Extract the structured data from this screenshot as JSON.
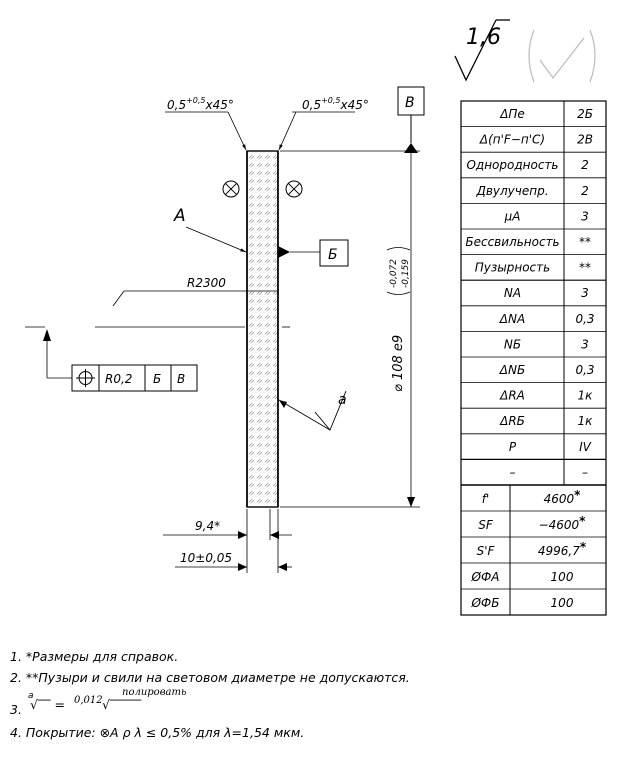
{
  "roughness": {
    "value": "1,6"
  },
  "chamfers": {
    "left": "0,5",
    "right": "0,5",
    "tol": "+0,5",
    "angle": "x45°"
  },
  "datum_b_label": "В",
  "datum_a_label": "Б",
  "surface_label": "А",
  "radius_label": "R2300",
  "tolerance_frame": {
    "value": "R0,2",
    "datum1": "Б",
    "datum2": "В"
  },
  "diameter": {
    "main": "108 е9",
    "upper": "-0,072",
    "lower": "-0,159"
  },
  "surface_mark": "а",
  "thickness_ref": "9,4*",
  "thickness": "10±0,05",
  "table_top": [
    {
      "name": "ΔПе",
      "value": "2Б"
    },
    {
      "name": "Δ(п'F−п'C)",
      "value": "2В"
    },
    {
      "name": "Однородность",
      "value": "2"
    },
    {
      "name": "Двулучепр.",
      "value": "2"
    },
    {
      "name": "μA",
      "value": "3"
    },
    {
      "name": "Бессвильность",
      "value": "**"
    },
    {
      "name": "Пузырность",
      "value": "**"
    },
    {
      "name": "NA",
      "value": "3"
    },
    {
      "name": "ΔNA",
      "value": "0,3"
    },
    {
      "name": "NБ",
      "value": "3"
    },
    {
      "name": "ΔNБ",
      "value": "0,3"
    },
    {
      "name": "ΔRA",
      "value": "1к"
    },
    {
      "name": "ΔRБ",
      "value": "1к"
    },
    {
      "name": "P",
      "value": "IV"
    },
    {
      "name": "–",
      "value": "–"
    }
  ],
  "table_bottom": [
    {
      "name": "f'",
      "value": "4600",
      "star": "*"
    },
    {
      "name": "SF",
      "value": "−4600",
      "star": "*"
    },
    {
      "name": "S'F",
      "value": "4996,7",
      "star": "*"
    },
    {
      "name": "ØФА",
      "value": "100",
      "star": ""
    },
    {
      "name": "ØФБ",
      "value": "100",
      "star": ""
    }
  ],
  "notes": {
    "n1": "1. *Размеры для справок.",
    "n2": "2. **Пузыри и свили на световом диаметре не допускаются.",
    "n3_prefix": "3.",
    "n3_mark": "а",
    "n3_value": "0,012",
    "n3_text": "полировать",
    "n4": "4. Покрытие: ⊗A  ρ λ ≤ 0,5% для λ=1,54 мкм."
  }
}
